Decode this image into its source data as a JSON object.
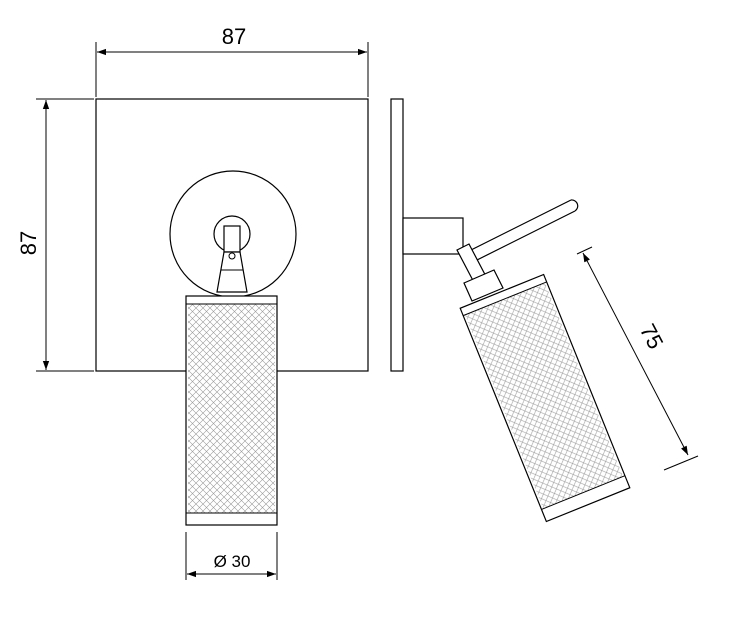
{
  "drawing": {
    "dimensions": {
      "plate_width": "87",
      "plate_height": "87",
      "diameter": "Ø 30",
      "spot_length": "75"
    }
  },
  "colors": {
    "line": "#000000",
    "mesh": "#9a9a9a",
    "background": "#ffffff"
  }
}
